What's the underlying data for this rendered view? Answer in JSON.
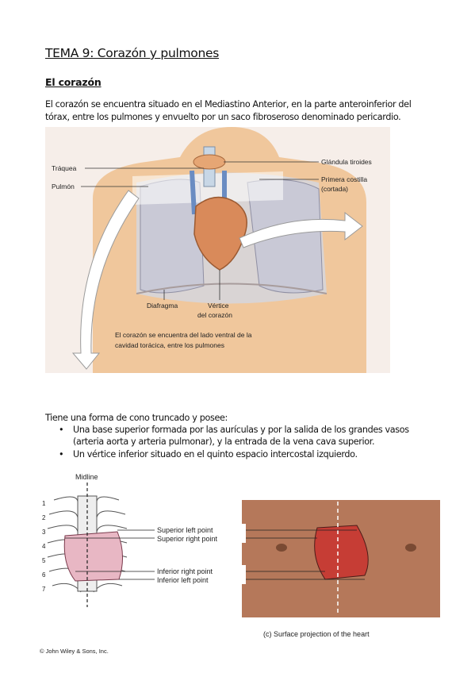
{
  "title": "TEMA 9: Corazón y pulmones",
  "section_heading": "El corazón",
  "paragraph": "El corazón se encuentra situado en el Mediastino Anterior, en la parte anteroinferior del tórax, entre los pulmones y envuelto por un saco fibroseroso denominado pericardio.",
  "figure1": {
    "labels": {
      "trachea": "Tráquea",
      "lung": "Pulmón",
      "thyroid": "Glándula tiroides",
      "first_rib": "Primera costilla",
      "first_rib_note": "(cortada)",
      "diaphragm": "Diafragma",
      "apex_line1": "Vértice",
      "apex_line2": "del corazón"
    },
    "caption_line1": "El corazón se encuentra del lado ventral de la",
    "caption_line2": "cavidad torácica, entre los pulmones"
  },
  "intro2": "Tiene una forma de cono truncado y posee:",
  "bullets": [
    {
      "marker": "•",
      "text": "Una base superior formada por las aurículas y por la salida de los grandes vasos (arteria aorta y arteria pulmonar), y la entrada de la vena cava superior."
    },
    {
      "marker": "•",
      "text": "Un vértice inferior situado en el quinto espacio intercostal izquierdo."
    }
  ],
  "figure2": {
    "midline": "Midline",
    "points": [
      "Superior left point",
      "Superior right point",
      "Inferior right point",
      "Inferior left point"
    ],
    "rib_numbers": [
      "1",
      "2",
      "3",
      "4",
      "5",
      "6",
      "7"
    ],
    "caption": "(c) Surface projection of the heart",
    "copyright": "© John Wiley & Sons, Inc."
  },
  "colors": {
    "heart": "#d98a5a",
    "lung": "#c9c9d6",
    "skin": "#f0c79c",
    "projection": "#e8b7c4",
    "torso_photo": "#b5785a"
  }
}
